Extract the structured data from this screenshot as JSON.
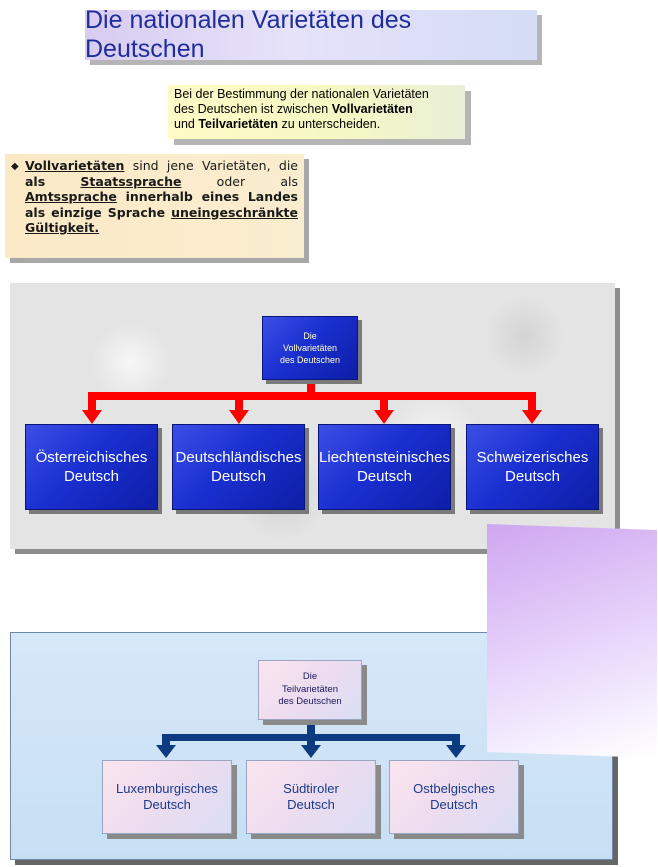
{
  "title": "Die nationalen Varietäten des Deutschen",
  "intro": {
    "line1": "Bei der Bestimmung der nationalen Varietäten",
    "line2_prefix": "des Deutschen ist zwischen ",
    "line2_bold": "Vollvarietäten",
    "line3_conj": "und ",
    "line3_bold": "Teilvarietäten",
    "line3_suffix": " zu unterscheiden."
  },
  "definition": {
    "bullet": "◆",
    "term": "Vollvarietäten",
    "t1": " sind jene Varietäten, die ",
    "als1": "als",
    "space": " ",
    "staatssprache": "Staatssprache",
    "t2": " oder als ",
    "amtssprache": "Amtssprache",
    "t3": " innerhalb eines Landes als einzige Sprache ",
    "guelt": "uneingeschränkte Gültigkeit."
  },
  "voll": {
    "root": "Die\nVollvarietäten\ndes Deutschen",
    "children": [
      "Österreichisches\nDeutsch",
      "Deutschländisches\nDeutsch",
      "Liechtensteinisches\nDeutsch",
      "Schweizerisches\nDeutsch"
    ]
  },
  "teil": {
    "root": "Die\nTeilvarietäten\ndes Deutschen",
    "children": [
      "Luxemburgisches\nDeutsch",
      "Südtiroler\nDeutsch",
      "Ostbelgisches\nDeutsch"
    ]
  },
  "colors": {
    "voll_connector": "#ff0000",
    "teil_connector": "#0d3b82",
    "blue_box": "#1a2fd0",
    "title_text": "#1f2d9a"
  }
}
